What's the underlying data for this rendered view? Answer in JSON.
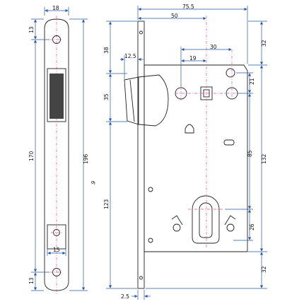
{
  "colors": {
    "dimension": "#2a59a8",
    "outline": "#222222",
    "centerline": "#e05a8a",
    "background": "#ffffff"
  },
  "dimensions": {
    "strike_plate_width": "18",
    "strike_top_hole": "13",
    "strike_height": "170",
    "strike_total": "196",
    "strike_inner_width": "15",
    "strike_bottom_hole": "13",
    "body_width": "75.5",
    "backset": "50",
    "offset": "30",
    "latch_height": "38",
    "latch_projection": "12.5",
    "latch_size": "35",
    "spindle_offset": "19",
    "right_spacing": "21",
    "top_right": "32",
    "body_height": "132",
    "center_distance": "85",
    "left_height": "123",
    "cylinder_offset": "26",
    "bottom_right": "32",
    "faceplate_thickness": "2.5",
    "spindle_square": "9"
  }
}
